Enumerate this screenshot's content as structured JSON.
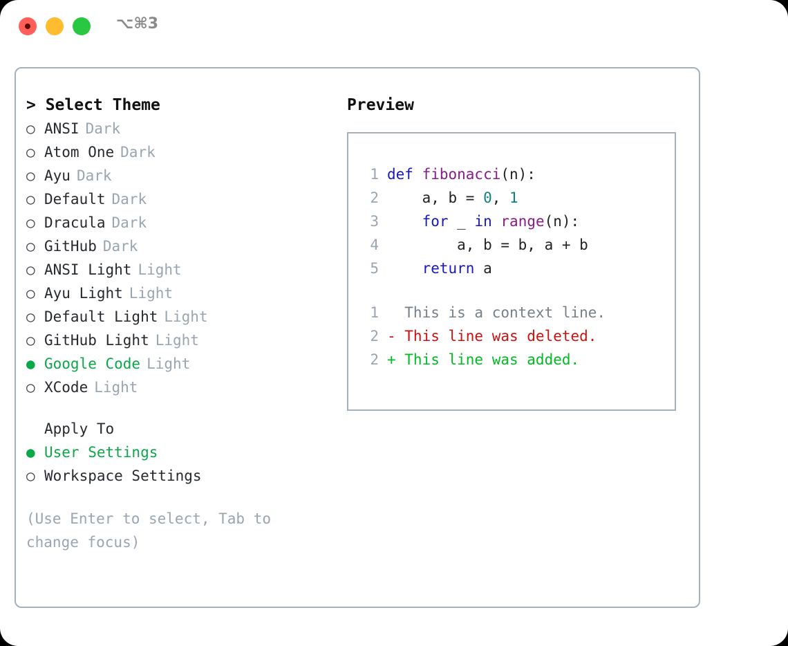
{
  "titlebar": {
    "shortcut": "⌥⌘3",
    "lights": [
      "close-red",
      "minimize-yellow",
      "zoom-green"
    ]
  },
  "theme_picker": {
    "header": "> Select Theme",
    "items": [
      {
        "bullet": "○",
        "selected": false,
        "name": "ANSI",
        "kind": "Dark"
      },
      {
        "bullet": "○",
        "selected": false,
        "name": "Atom One",
        "kind": "Dark"
      },
      {
        "bullet": "○",
        "selected": false,
        "name": "Ayu",
        "kind": "Dark"
      },
      {
        "bullet": "○",
        "selected": false,
        "name": "Default",
        "kind": "Dark"
      },
      {
        "bullet": "○",
        "selected": false,
        "name": "Dracula",
        "kind": "Dark"
      },
      {
        "bullet": "○",
        "selected": false,
        "name": "GitHub",
        "kind": "Dark"
      },
      {
        "bullet": "○",
        "selected": false,
        "name": "ANSI Light",
        "kind": "Light"
      },
      {
        "bullet": "○",
        "selected": false,
        "name": "Ayu Light",
        "kind": "Light"
      },
      {
        "bullet": "○",
        "selected": false,
        "name": "Default Light",
        "kind": "Light"
      },
      {
        "bullet": "○",
        "selected": false,
        "name": "GitHub Light",
        "kind": "Light"
      },
      {
        "bullet": "●",
        "selected": true,
        "name": "Google Code",
        "kind": "Light"
      },
      {
        "bullet": "○",
        "selected": false,
        "name": "XCode",
        "kind": "Light"
      }
    ]
  },
  "apply_to": {
    "title": "Apply To",
    "options": [
      {
        "bullet": "●",
        "selected": true,
        "label": "User Settings"
      },
      {
        "bullet": "○",
        "selected": false,
        "label": "Workspace Settings"
      }
    ]
  },
  "hint": "(Use Enter to select, Tab to change focus)",
  "preview": {
    "title": "Preview",
    "code_lines": [
      {
        "no": "1",
        "tokens": [
          {
            "t": "def ",
            "c": "kw"
          },
          {
            "t": "fibonacci",
            "c": "fn"
          },
          {
            "t": "(n):",
            "c": "pln"
          }
        ]
      },
      {
        "no": "2",
        "tokens": [
          {
            "t": "    a, b = ",
            "c": "pln"
          },
          {
            "t": "0",
            "c": "num"
          },
          {
            "t": ", ",
            "c": "pln"
          },
          {
            "t": "1",
            "c": "num"
          }
        ]
      },
      {
        "no": "3",
        "tokens": [
          {
            "t": "    ",
            "c": "pln"
          },
          {
            "t": "for",
            "c": "kw"
          },
          {
            "t": " _ ",
            "c": "pln"
          },
          {
            "t": "in",
            "c": "kw"
          },
          {
            "t": " ",
            "c": "pln"
          },
          {
            "t": "range",
            "c": "fn"
          },
          {
            "t": "(n):",
            "c": "pln"
          }
        ]
      },
      {
        "no": "4",
        "tokens": [
          {
            "t": "        a, b = b, a + b",
            "c": "pln"
          }
        ]
      },
      {
        "no": "5",
        "tokens": [
          {
            "t": "    ",
            "c": "pln"
          },
          {
            "t": "return",
            "c": "kw"
          },
          {
            "t": " a",
            "c": "pln"
          }
        ]
      }
    ],
    "diff_lines": [
      {
        "no": "1",
        "tokens": [
          {
            "t": "  This is a context line.",
            "c": "ctx"
          }
        ]
      },
      {
        "no": "2",
        "tokens": [
          {
            "t": "- This line was deleted.",
            "c": "del"
          }
        ]
      },
      {
        "no": "2",
        "tokens": [
          {
            "t": "+ This line was added.",
            "c": "add"
          }
        ]
      }
    ]
  },
  "colors": {
    "accent_green": "#0ba84a",
    "border": "#a7b1bd",
    "muted": "#9aa5b1",
    "keyword": "#1717c4",
    "function": "#8b1a8b",
    "number": "#0d8080",
    "diff_added": "#00bb22",
    "diff_deleted": "#cc1111"
  }
}
